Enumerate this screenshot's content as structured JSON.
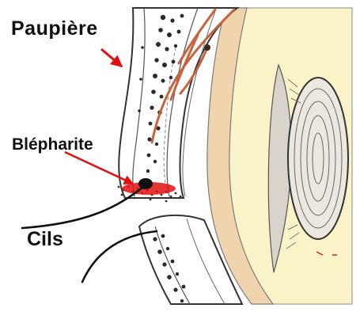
{
  "labels": {
    "eyelid": "Paupière",
    "blepharitis": "Blépharite",
    "lashes": "Cils"
  },
  "colors": {
    "background": "#ffffff",
    "eye_interior": "#fbf3c8",
    "sclera_band": "#f0d4ae",
    "lens_fill": "#ece8e0",
    "vessel": "#c8643c",
    "arrow": "#e01010",
    "ink": "#111111"
  }
}
